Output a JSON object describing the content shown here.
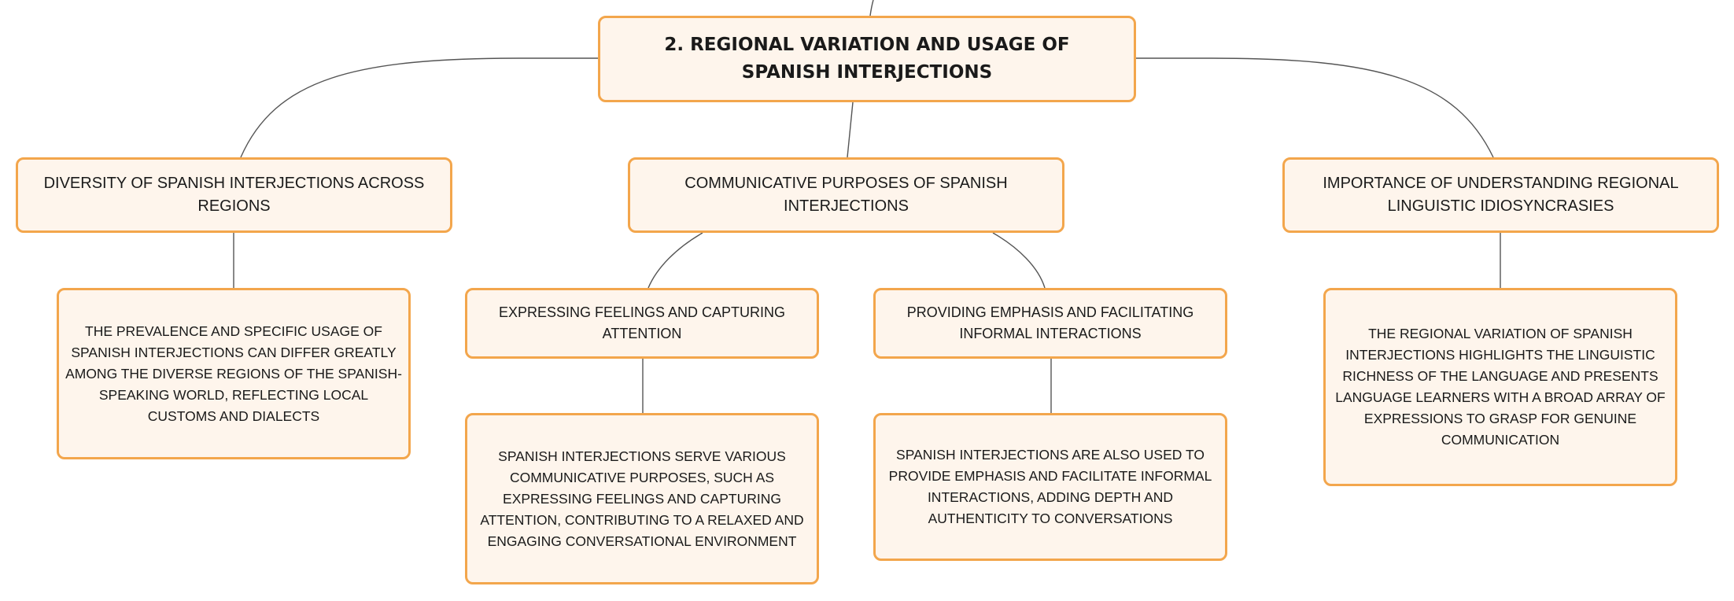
{
  "diagram": {
    "root": {
      "label": "2. Regional Variation and Usage of Spanish Interjections"
    },
    "branches": {
      "diversity": {
        "label": "Diversity of Spanish Interjections Across Regions",
        "detail": "The prevalence and specific usage of Spanish interjections can differ greatly among the diverse regions of the Spanish-speaking world, reflecting local customs and dialects"
      },
      "communicative": {
        "label": "Communicative Purposes of Spanish Interjections",
        "children": {
          "feelings": {
            "label": "Expressing Feelings and Capturing Attention",
            "detail": "Spanish interjections serve various communicative purposes, such as expressing feelings and capturing attention, contributing to a relaxed and engaging conversational environment"
          },
          "emphasis": {
            "label": "Providing Emphasis and Facilitating Informal Interactions",
            "detail": "Spanish interjections are also used to provide emphasis and facilitate informal interactions, adding depth and authenticity to conversations"
          }
        }
      },
      "importance": {
        "label": "Importance of Understanding Regional Linguistic Idiosyncrasies",
        "detail": "The regional variation of Spanish interjections highlights the linguistic richness of the language and presents language learners with a broad array of expressions to grasp for genuine communication"
      }
    }
  },
  "colors": {
    "node_fill": "#fef5ec",
    "node_border": "#f3a64c",
    "connector": "#555555"
  }
}
